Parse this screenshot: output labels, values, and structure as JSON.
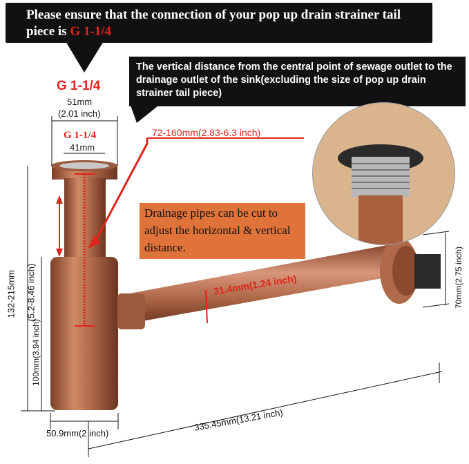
{
  "top_banner": {
    "text": "Please ensure that the connection of your pop up drain strainer tail piece is ",
    "highlight": "G 1-1/4"
  },
  "mid_banner": {
    "text": "The vertical distance from the central point of sewage outlet to the drainage outlet of the sink(excluding the size of pop up drain strainer tail piece)"
  },
  "note_box": {
    "text": "Drainage pipes can be cut to adjust the horizontal & vertical distance."
  },
  "labels": {
    "outer_thread": "G 1-1/4",
    "outer_dia_mm": "51mm",
    "outer_dia_in": "(2.01 inch)",
    "inner_thread": "G 1-1/4",
    "inner_dia_mm": "41mm",
    "vertical_range": "72-160mm(2.83-6.3 inch)",
    "pipe_dia": "31.4mm(1.24 inch)",
    "total_height": "132-215mm",
    "total_height_in": "(5.2-8.46 inch)",
    "body_height": "100mm(3.94 inch)",
    "body_width": "50.9mm(2 inch)",
    "length": "335.45mm(13.21 inch)",
    "flange": "70mm(2.75 inch)"
  },
  "colors": {
    "copper": "#b06a4a",
    "copper_dark": "#7a3f28",
    "red": "#e0241c",
    "orange": "#e0733a"
  }
}
